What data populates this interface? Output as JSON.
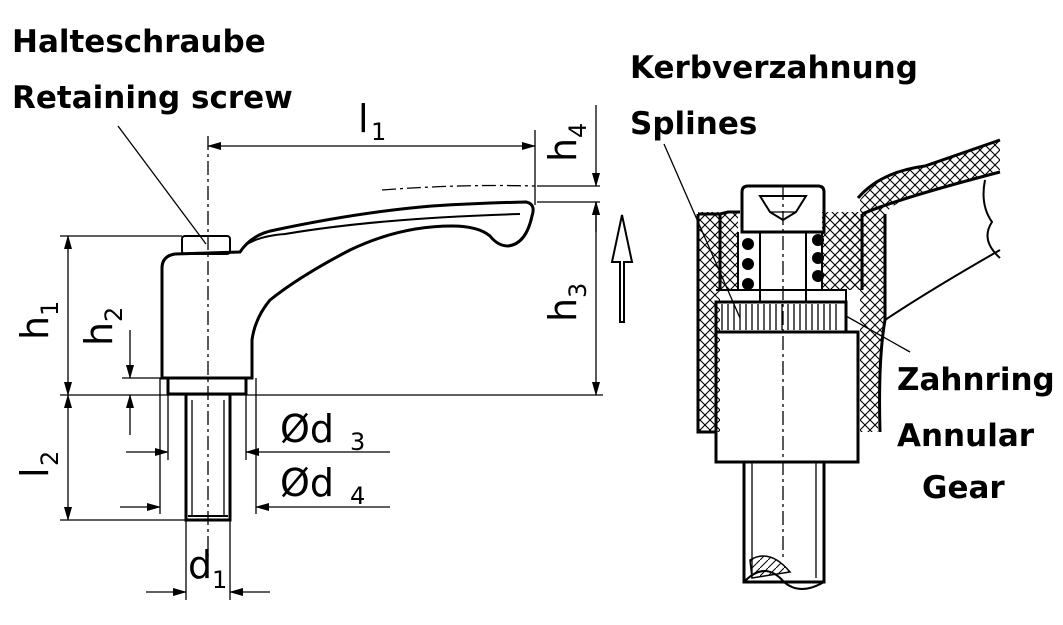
{
  "labels": {
    "retaining_screw_de": "Halteschraube",
    "retaining_screw_en": "Retaining screw",
    "splines_de": "Kerbverzahnung",
    "splines_en": "Splines",
    "annular_gear_de": "Zahnring",
    "annular_gear_en_1": "Annular",
    "annular_gear_en_2": "Gear"
  },
  "dimensions": {
    "l1": "l",
    "l1_sub": "1",
    "l2": "l",
    "l2_sub": "2",
    "h1": "h",
    "h1_sub": "1",
    "h2": "h",
    "h2_sub": "2",
    "h3": "h",
    "h3_sub": "3",
    "h4": "h",
    "h4_sub": "4",
    "d1": "d",
    "d1_sub": "1",
    "d3": "Ød",
    "d3_sub": "3",
    "d4": "Ød",
    "d4_sub": "4"
  }
}
